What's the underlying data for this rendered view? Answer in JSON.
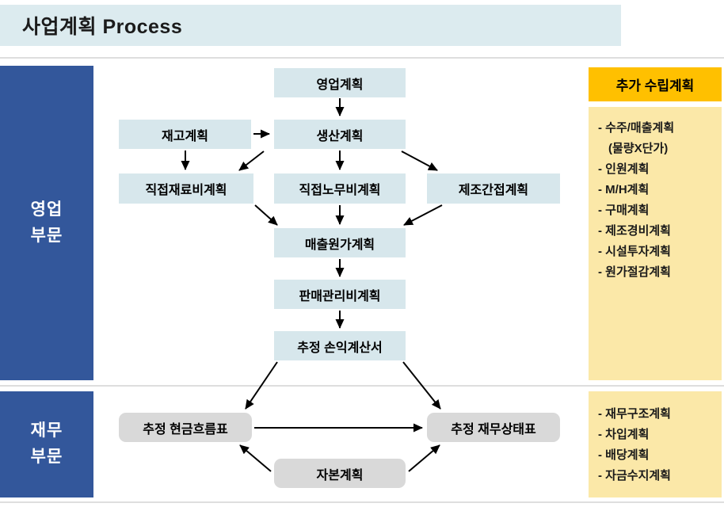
{
  "title": "사업계획 Process",
  "sections": {
    "sales": {
      "label": "영업\n부문"
    },
    "finance": {
      "label": "재무\n부문"
    }
  },
  "flowchart": {
    "boxes": {
      "sales_plan": "영업계획",
      "inventory_plan": "재고계획",
      "production_plan": "생산계획",
      "direct_material": "직접재료비계획",
      "direct_labor": "직접노무비계획",
      "mfg_overhead": "제조간접계획",
      "cogs_plan": "매출원가계획",
      "sga_plan": "판매관리비계획",
      "income_statement": "추정 손익계산서",
      "cash_flow": "추정 현금흐름표",
      "balance_sheet": "추정 재무상태표",
      "capital_plan": "자본계획"
    }
  },
  "right_panel": {
    "header": "추가 수립계획",
    "sales_items": [
      "- 수주/매출계획",
      "(물량X단가)",
      "- 인원계획",
      "- M/H계획",
      "- 구매계획",
      "- 제조경비계획",
      "- 시설투자계획",
      "- 원가절감계획"
    ],
    "finance_items": [
      "- 재무구조계획",
      "- 차입계획",
      "- 배당계획",
      "- 자금수지계획"
    ]
  },
  "colors": {
    "title_bar": "#dcebef",
    "flow_box_blue": "#d7e7ec",
    "flow_box_gray": "#d9d9d9",
    "section_panel_blue": "#33579b",
    "panel_header_orange": "#ffc000",
    "panel_body_yellow": "#fbe8a8"
  }
}
